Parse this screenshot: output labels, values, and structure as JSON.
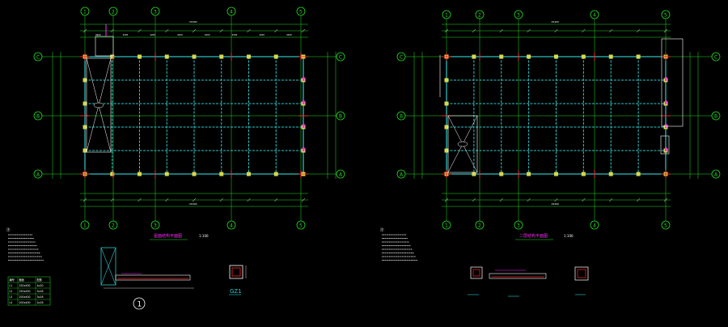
{
  "drawing": {
    "left_plan": {
      "cols": [
        "1",
        "2",
        "3",
        "4",
        "5"
      ],
      "rows": [
        "C",
        "B",
        "A"
      ],
      "dim_top": [
        "3900",
        "4200",
        "4200",
        "4200",
        "4200",
        "4200",
        "4200",
        "4200"
      ],
      "dim_total": "29400",
      "title": "屋面结构平面图",
      "scale": "1:100",
      "section_mark": "1",
      "column_tag": "GZ1"
    },
    "right_plan": {
      "cols": [
        "1",
        "2",
        "3",
        "4",
        "5"
      ],
      "rows": [
        "C",
        "B",
        "A"
      ],
      "dim_total": "29400",
      "title": "二层结构平面图",
      "scale": "1:100"
    },
    "notes": {
      "heading": "注:",
      "table_rows": [
        [
          "编号",
          "截面",
          "配筋"
        ],
        [
          "L1",
          "250x500",
          "4⌀20"
        ],
        [
          "L2",
          "250x450",
          "3⌀18"
        ],
        [
          "L3",
          "200x400",
          "3⌀16"
        ],
        [
          "L4",
          "200x400",
          "2⌀16"
        ]
      ]
    },
    "colors": {
      "axis": "#22dd22",
      "beam": "#2ec8c8",
      "column": "#d8d84a",
      "marker": "#ff2aff",
      "text_white": "#ffffff",
      "red": "#ff2222"
    }
  }
}
